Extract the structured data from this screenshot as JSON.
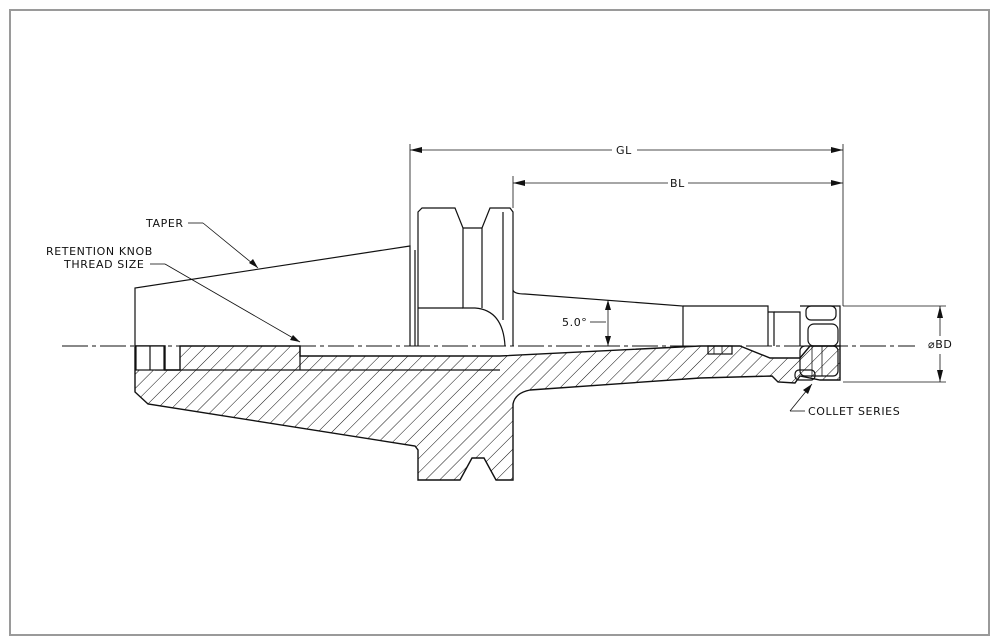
{
  "drawing": {
    "labels": {
      "taper": "TAPER",
      "retention_knob_line1": "RETENTION KNOB",
      "retention_knob_line2": "THREAD SIZE",
      "gl": "GL",
      "bl": "BL",
      "angle": "5.0°",
      "bd": "⌀BD",
      "collet_series": "COLLET SERIES"
    }
  }
}
